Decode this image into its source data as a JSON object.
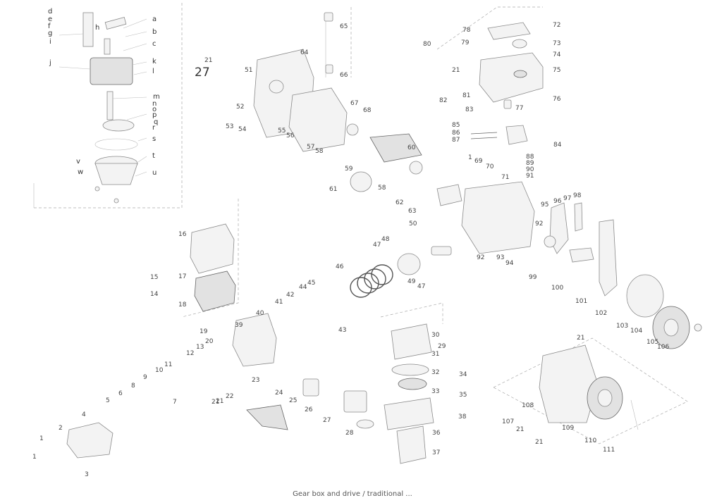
{
  "diagram": {
    "group_number": "27",
    "kit_letters": [
      "d",
      "e",
      "f",
      "g",
      "h",
      "i",
      "j",
      "a",
      "b",
      "c",
      "k",
      "l",
      "m",
      "n",
      "o",
      "p",
      "q",
      "r",
      "s",
      "t",
      "u",
      "v",
      "w"
    ],
    "part_numbers": [
      "1",
      "2",
      "3",
      "4",
      "5",
      "6",
      "7",
      "8",
      "9",
      "10",
      "11",
      "12",
      "13",
      "14",
      "15",
      "16",
      "17",
      "18",
      "19",
      "20",
      "21",
      "22",
      "23",
      "24",
      "25",
      "26",
      "27",
      "28",
      "29",
      "30",
      "31",
      "32",
      "33",
      "34",
      "35",
      "36",
      "37",
      "38",
      "39",
      "40",
      "41",
      "42",
      "43",
      "44",
      "45",
      "46",
      "47",
      "48",
      "49",
      "50",
      "51",
      "52",
      "53",
      "54",
      "55",
      "56",
      "57",
      "58",
      "59",
      "60",
      "61",
      "62",
      "63",
      "64",
      "65",
      "66",
      "67",
      "68",
      "69",
      "70",
      "71",
      "72",
      "73",
      "74",
      "75",
      "76",
      "77",
      "78",
      "79",
      "80",
      "81",
      "82",
      "83",
      "84",
      "85",
      "86",
      "87",
      "88",
      "89",
      "90",
      "91",
      "92",
      "93",
      "94",
      "95",
      "96",
      "97",
      "98",
      "99",
      "100",
      "101",
      "102",
      "103",
      "104",
      "105",
      "106",
      "107",
      "108",
      "109",
      "110",
      "111"
    ],
    "caption": "Gear box and drive / traditional ..."
  }
}
